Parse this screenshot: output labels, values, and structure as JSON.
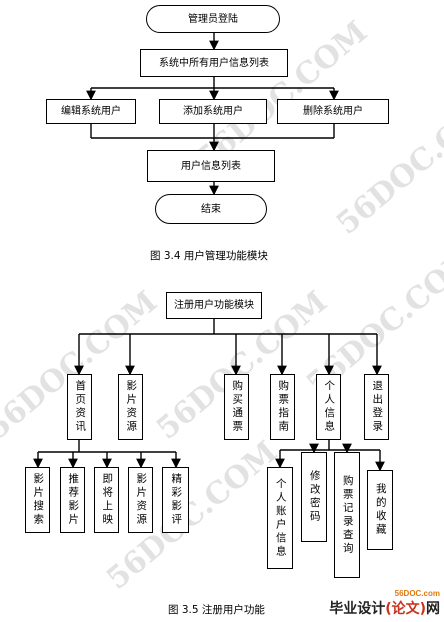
{
  "fig34": {
    "nodes": {
      "login": "管理员登陆",
      "list_all": "系统中所有用户信息列表",
      "edit": "编辑系统用户",
      "add": "添加系统用户",
      "delete": "删除系统用户",
      "user_list": "用户信息列表",
      "end": "结束"
    },
    "caption": "图 3.4 用户管理功能模块"
  },
  "fig35": {
    "root": "注册用户功能模块",
    "level1": [
      "首页资讯",
      "影片资源",
      "购买通票",
      "购票指南",
      "个人信息",
      "退出登录"
    ],
    "home_children": [
      "影片搜索",
      "推荐影片",
      "即将上映",
      "影片资源",
      "精彩影评"
    ],
    "personal_children": [
      "个人账户信息",
      "修改密码",
      "购票记录查询",
      "我的收藏"
    ],
    "caption": "图 3.5 注册用户功能"
  },
  "watermark": "56DOC.COM",
  "footer": {
    "site": "56DOC.com",
    "brand_a": "毕业设计",
    "brand_b": "(论文)",
    "brand_c": "网"
  }
}
